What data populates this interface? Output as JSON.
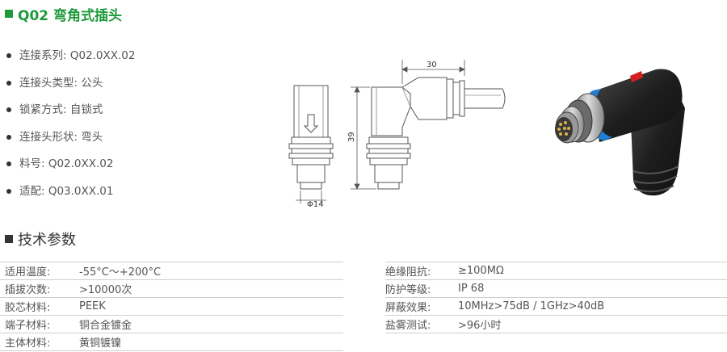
{
  "header": {
    "title": "Q02 弯角式插头"
  },
  "properties": [
    "连接系列: Q02.0XX.02",
    "连接头类型: 公头",
    "锁紧方式: 自锁式",
    "连接头形状: 弯头",
    "料号: Q02.0XX.02",
    "适配: Q03.0XX.01"
  ],
  "drawing": {
    "dim_top": "30",
    "dim_side": "39",
    "dim_bottom": "Φ14"
  },
  "section2": {
    "title": "技术参数"
  },
  "specs_left": [
    {
      "label": "适用温度:",
      "value": "-55°C～+200°C"
    },
    {
      "label": "插拔次数:",
      "value": ">10000次"
    },
    {
      "label": "胶芯材料:",
      "value": "PEEK"
    },
    {
      "label": "端子材料:",
      "value": "铜合金镀金"
    },
    {
      "label": "主体材料:",
      "value": "黄铜镀镍"
    }
  ],
  "specs_right": [
    {
      "label": "绝缘阻抗:",
      "value": "≥100MΩ"
    },
    {
      "label": "防护等级:",
      "value": "IP 68"
    },
    {
      "label": "屏蔽效果:",
      "value": "10MHz>75dB / 1GHz>40dB"
    },
    {
      "label": "盐雾测试:",
      "value": ">96小时"
    }
  ],
  "colors": {
    "accent": "#1f9a3b",
    "ring": "#1e7fd6",
    "mark": "#d32020"
  }
}
